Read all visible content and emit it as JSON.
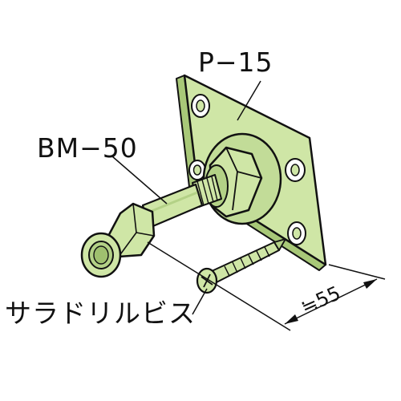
{
  "labels": {
    "plate": "P−15",
    "bolt": "BM−50",
    "screw": "サラドリルビス",
    "dimension": "≒55"
  },
  "colors": {
    "part_fill": "#cfe6a6",
    "part_shade": "#b3d186",
    "part_dark": "#9fc06f",
    "outline": "#111111",
    "background": "#ffffff"
  }
}
